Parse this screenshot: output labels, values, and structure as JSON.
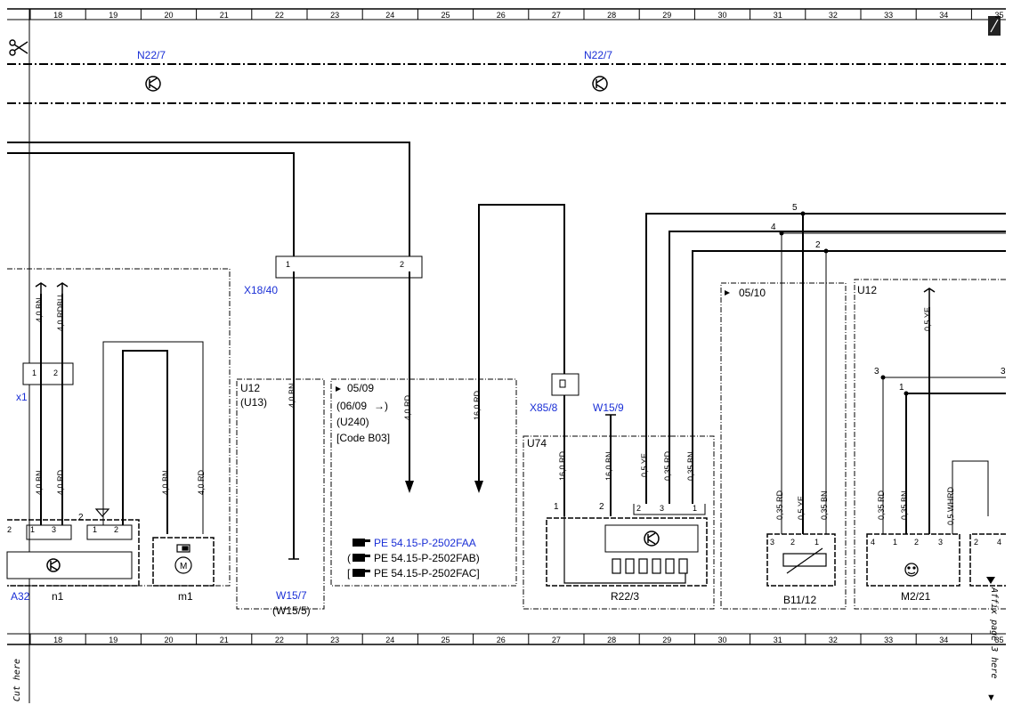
{
  "grid": {
    "columns": [
      "18",
      "19",
      "20",
      "21",
      "22",
      "23",
      "24",
      "25",
      "26",
      "27",
      "28",
      "29",
      "30",
      "31",
      "32",
      "33",
      "34",
      "35"
    ]
  },
  "sheet": {
    "cut_label": "Cut here",
    "affix_label": "Affix page 3 here"
  },
  "bus_labels": {
    "left": "N22/7",
    "right": "N22/7"
  },
  "connectors": {
    "x18_40": "X18/40",
    "x1": "x1",
    "x85_8": "X85/8",
    "w15_9": "W15/9",
    "w15_7": "W15/7",
    "w15_5": "(W15/5)"
  },
  "wires": {
    "bn_4_0": "4,0 BN",
    "rdbu_4_0": "4,0 RDBU",
    "rd_4_0": "4,0 RD",
    "rd_16_0": "16,0 RD",
    "bn_16_0": "16,0 BN",
    "ye_0_5": "0,5 YE",
    "rd_0_35": "0,35 RD",
    "bn_0_35": "0,35 BN",
    "whrd_0_5": "0,5 WHRD"
  },
  "pin_numbers": {
    "p1": "1",
    "p2": "2",
    "p3": "3",
    "p4": "4",
    "p5": "5"
  },
  "boxes": {
    "u12_left": "U12",
    "u13": "(U13)",
    "date_0509": "05/09",
    "date_0609": "(06/09",
    "u240": "(U240)",
    "code_b03": "[Code B03]",
    "u74": "U74",
    "date_0510": "05/10",
    "u12_right": "U12"
  },
  "references": [
    "PE 54.15-P-2502FAA",
    "PE 54.15-P-2502FAB)",
    "PE 54.15-P-2502FAC]"
  ],
  "components": {
    "a32": "A32",
    "n1": "n1",
    "m1": "m1",
    "r22_3": "R22/3",
    "b11_12": "B11/12",
    "m2_21": "M2/21"
  }
}
